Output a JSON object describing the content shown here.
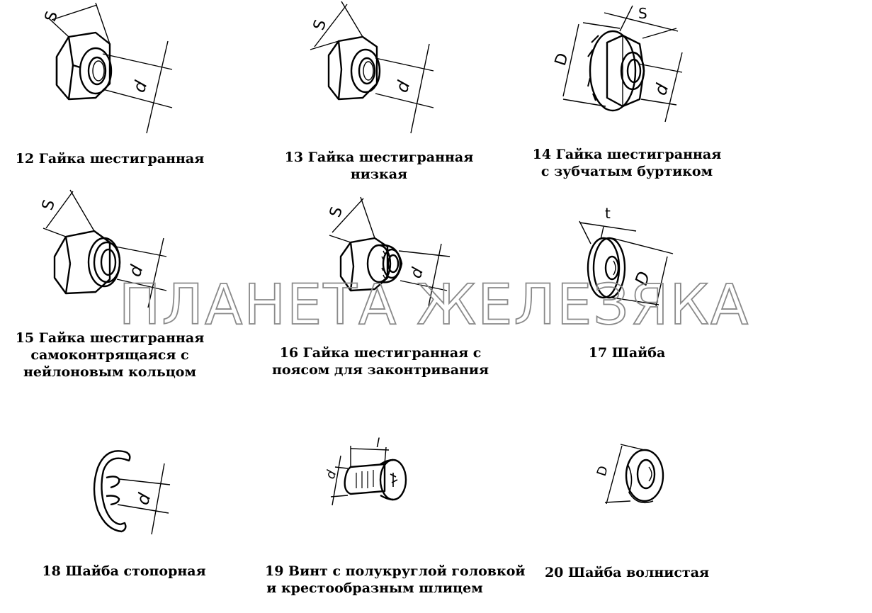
{
  "figures": [
    {
      "id": "12",
      "lines": [
        "12   Гайка шестигранная"
      ],
      "dims": [
        "S",
        "d"
      ]
    },
    {
      "id": "13",
      "lines": [
        "13  Гайка шестигранная",
        "низкая"
      ],
      "dims": [
        "S",
        "d"
      ]
    },
    {
      "id": "14",
      "lines": [
        "14  Гайка шестигранная",
        "с зубчатым буртиком"
      ],
      "dims": [
        "D",
        "S",
        "d"
      ]
    },
    {
      "id": "15",
      "lines": [
        "15  Гайка шестигранная",
        "самоконтрящаяся с",
        "нейлоновым кольцом"
      ],
      "dims": [
        "S",
        "d"
      ]
    },
    {
      "id": "16",
      "lines": [
        "16  Гайка шестигранная с",
        "поясом для законтривания"
      ],
      "dims": [
        "S",
        "d"
      ]
    },
    {
      "id": "17",
      "lines": [
        "17  Шайба"
      ],
      "dims": [
        "t",
        "D"
      ]
    },
    {
      "id": "18",
      "lines": [
        "18  Шайба стопорная"
      ],
      "dims": [
        "d"
      ]
    },
    {
      "id": "19",
      "lines": [
        "19  Винт с полукруглой головкой",
        "и крестообразным шлицем"
      ],
      "dims": [
        "l",
        "d"
      ]
    },
    {
      "id": "20",
      "lines": [
        "20  Шайба волнистая"
      ],
      "dims": [
        "D"
      ]
    }
  ],
  "watermark": "ПЛАНЕТА ЖЕЛЕЗЯКА"
}
